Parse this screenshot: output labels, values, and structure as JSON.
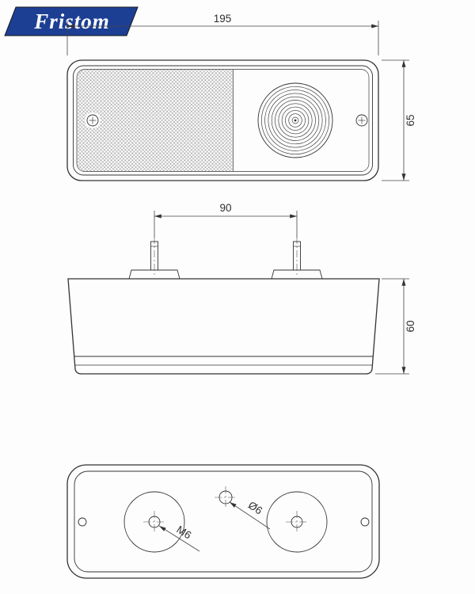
{
  "logo": {
    "text": "Fristom",
    "background_color": "#1c3f94",
    "text_color": "#ffffff",
    "border_color": "#1a1a1a"
  },
  "drawing": {
    "line_color": "#333333",
    "dimensions": {
      "front_width": "195",
      "front_height": "65",
      "stud_spacing": "90",
      "side_height": "60",
      "screw_thread": "M6",
      "hole_diameter": "Ø6"
    }
  }
}
